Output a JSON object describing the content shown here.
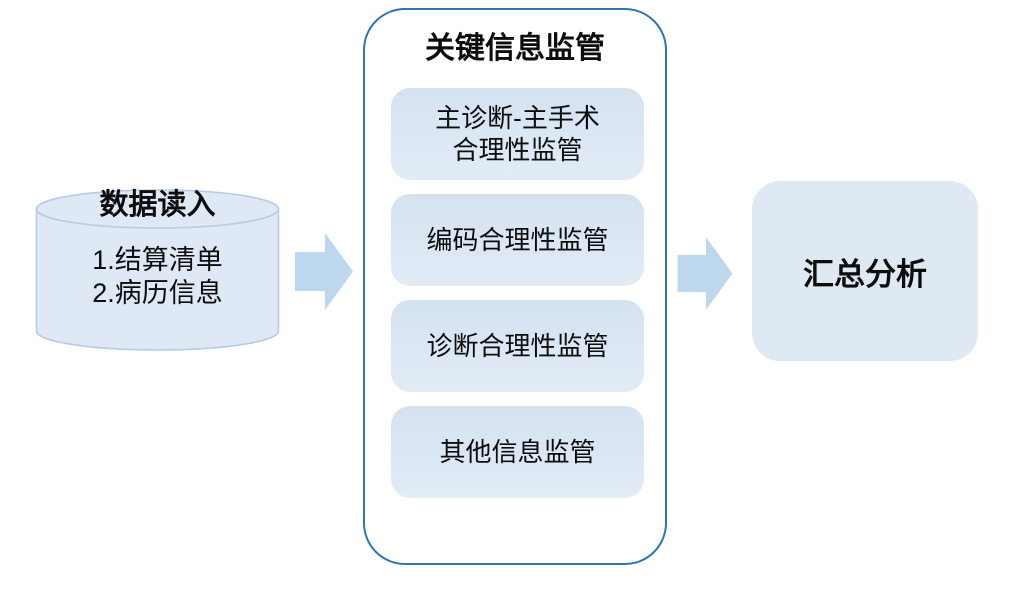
{
  "diagram": {
    "source": {
      "title": "数据读入",
      "items": [
        "1.结算清单",
        "2.病历信息"
      ]
    },
    "process": {
      "title": "关键信息监管",
      "steps": [
        "主诊断-主手术\n合理性监管",
        "编码合理性监管",
        "诊断合理性监管",
        "其他信息监管"
      ]
    },
    "result": {
      "title": "汇总分析"
    },
    "colors": {
      "cylinder_fill": "#dee9f5",
      "cylinder_stroke": "#b7cbe3",
      "arrow_fill": "#bdd7ee",
      "container_border": "#2e75b6",
      "step_fill_top": "#d4e2f0",
      "step_fill_bottom": "#e2ecf7",
      "result_fill": "#dfe9f4",
      "text": "#0d0d0d"
    }
  }
}
